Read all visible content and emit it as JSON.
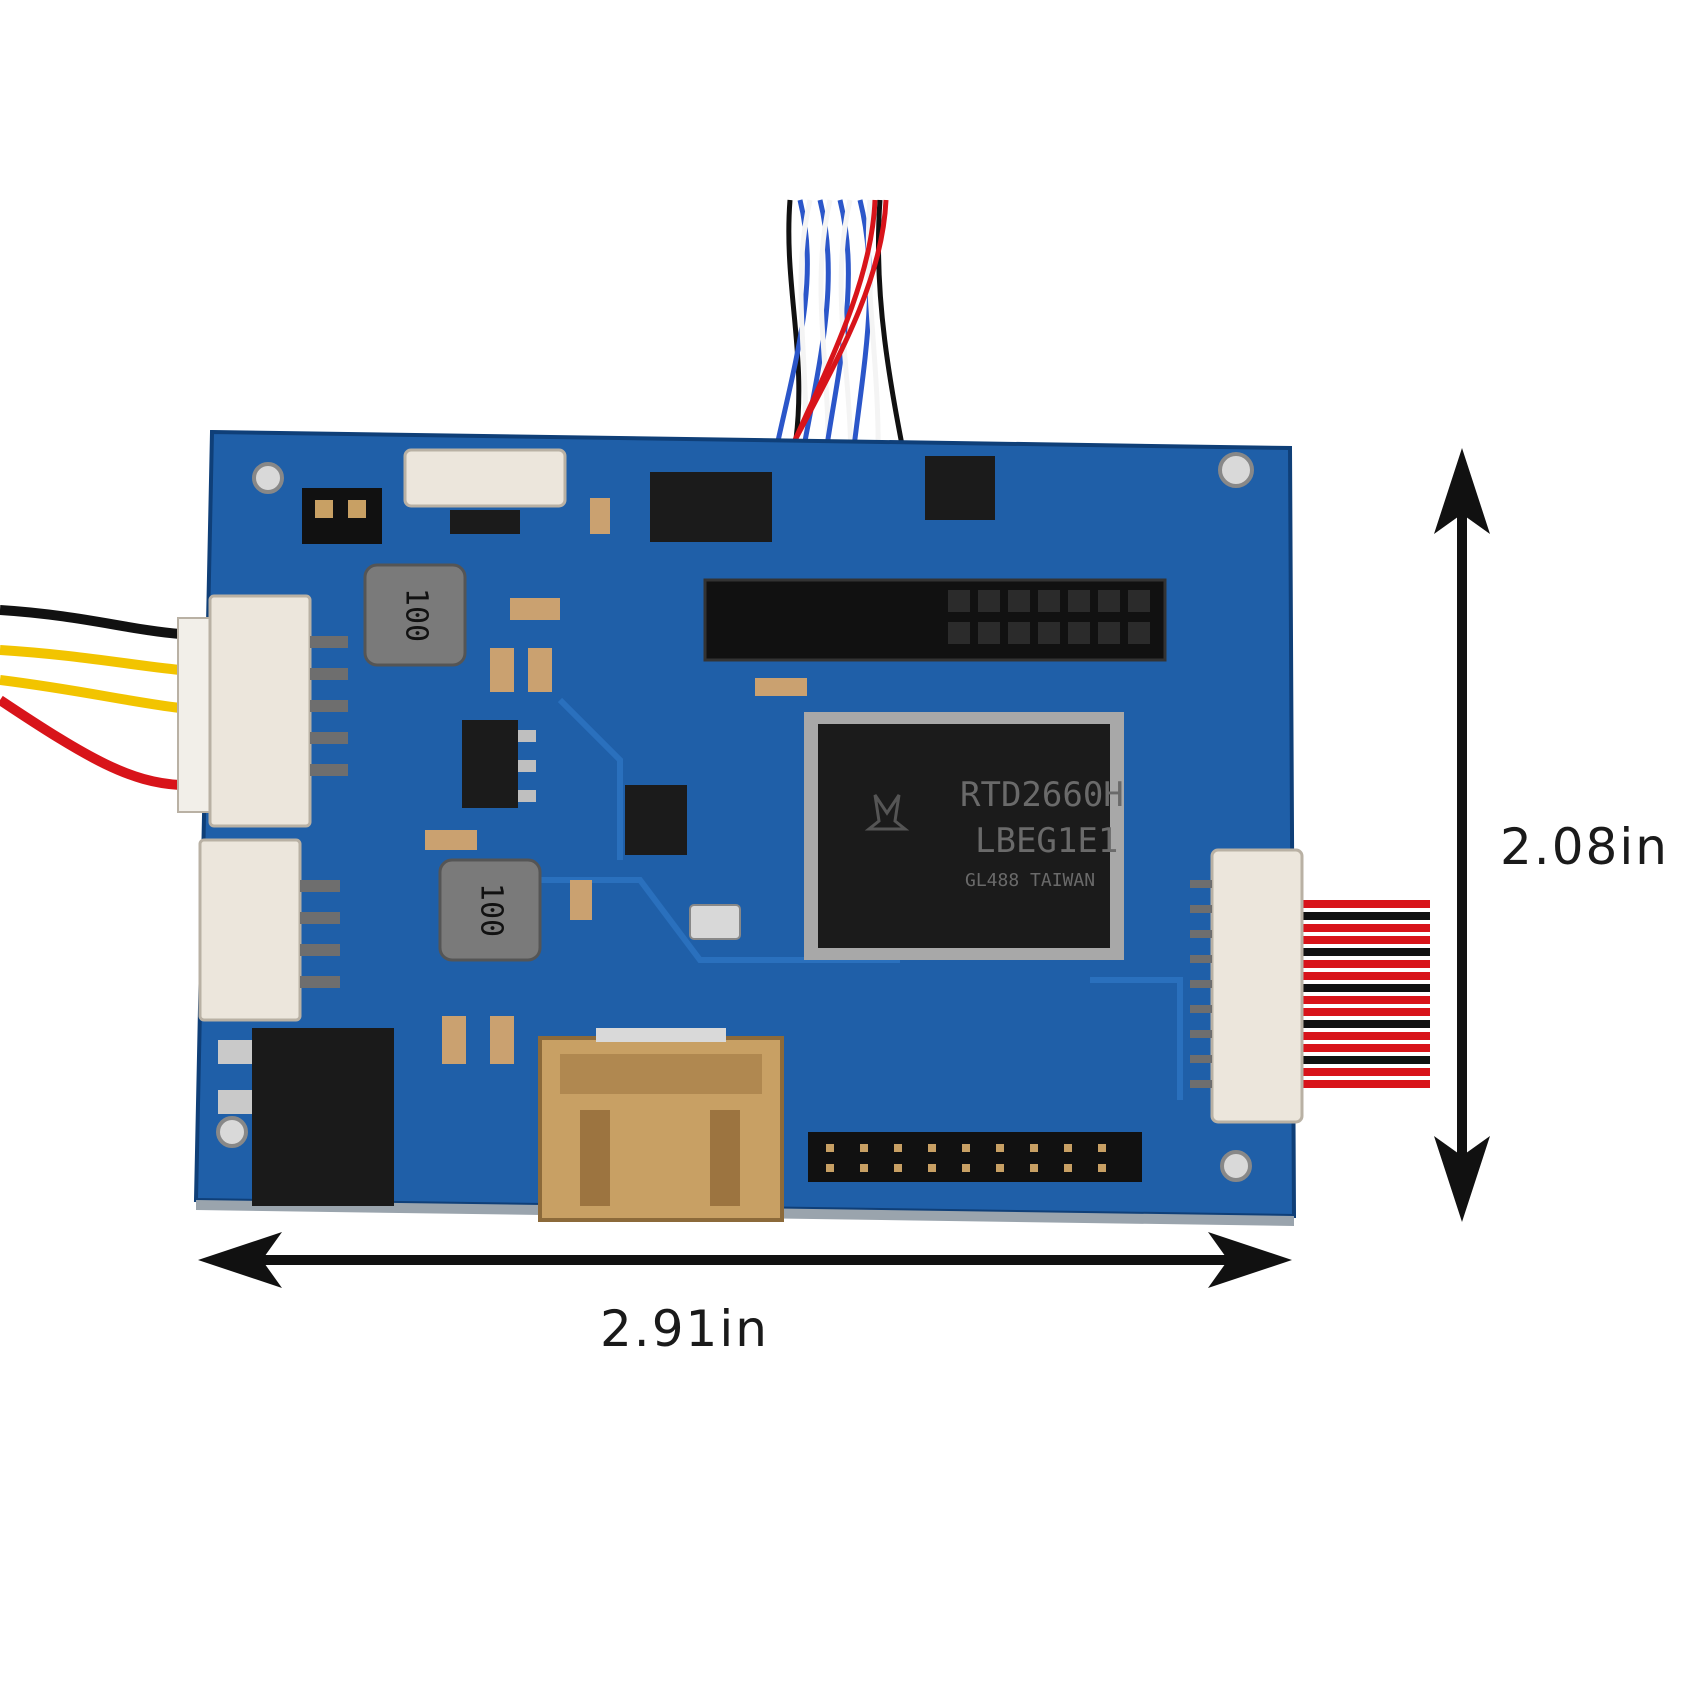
{
  "dimensions": {
    "width_label": "2.91in",
    "height_label": "2.08in"
  },
  "main_chip": {
    "line1": "RTD2660H",
    "line2": "LBEG1E1",
    "line3": "GL488 TAIWAN"
  },
  "inductor_label": "100",
  "colors": {
    "pcb": "#1f5fa8",
    "pcb_dark": "#174a86",
    "chip": "#1b1b1b",
    "connector": "#ece6dc",
    "hdmi": "#c8a064",
    "wire_red": "#d8141a",
    "wire_yellow": "#f2c400",
    "wire_black": "#111111",
    "wire_blue": "#2b56c9",
    "wire_white": "#f4f4f4"
  }
}
